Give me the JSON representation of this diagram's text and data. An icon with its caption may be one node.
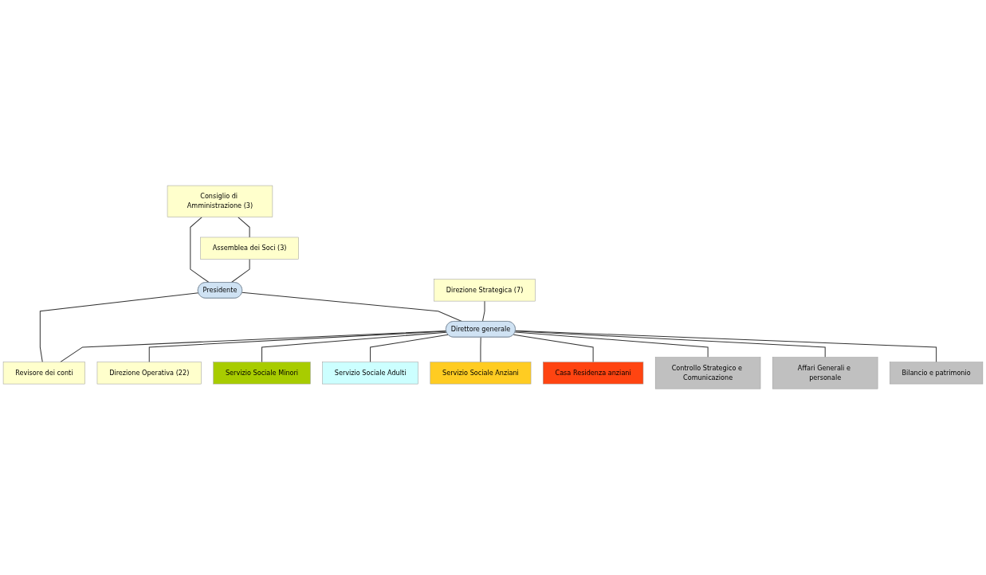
{
  "diagram": {
    "nodes": [
      {
        "text": [
          "Consiglio di Amministrazione (3)"
        ]
      },
      {
        "text": [
          "Assemblea dei Soci (3)"
        ]
      },
      {
        "text": [
          "Presidente"
        ]
      },
      {
        "text": [
          "Revisore dei conti"
        ]
      },
      {
        "text": [
          "Direzione Strategica (7)"
        ]
      },
      {
        "text": [
          "Direttore generale"
        ]
      },
      {
        "text": [
          "Direzione Operativa (22)"
        ]
      },
      {
        "text": [
          "Servizio Sociale Minori"
        ]
      },
      {
        "text": [
          "Servizio Sociale Adulti"
        ]
      },
      {
        "text": [
          "Servizio Sociale Anziani"
        ]
      },
      {
        "text": [
          "Casa Residenza anziani"
        ]
      },
      {
        "text": [
          "Controllo Strategico e Comunicazione"
        ]
      },
      {
        "text": [
          "Affari Generali e personale"
        ]
      },
      {
        "text": [
          "Bilancio e patrimonio"
        ]
      }
    ],
    "edges": [
      {
        "from": 0,
        "to": 1,
        "arrow": "none"
      },
      {
        "from": 0,
        "to": 2,
        "arrow": "none"
      },
      {
        "from": 1,
        "to": 2,
        "arrow": "none"
      },
      {
        "from": 2,
        "to": 3,
        "arrow": "none"
      },
      {
        "from": 2,
        "to": 5,
        "arrow": "none"
      },
      {
        "from": 5,
        "to": 3,
        "arrow": "none"
      },
      {
        "from": 4,
        "to": 5,
        "arrow": "none"
      },
      {
        "from": 5,
        "to": 6,
        "arrow": "none"
      },
      {
        "from": 5,
        "to": 7,
        "arrow": "none"
      },
      {
        "from": 5,
        "to": 8,
        "arrow": "none"
      },
      {
        "from": 5,
        "to": 9,
        "arrow": "none"
      },
      {
        "from": 5,
        "to": 10,
        "arrow": "none"
      },
      {
        "from": 5,
        "to": 11,
        "arrow": "none"
      },
      {
        "from": 5,
        "to": 12,
        "arrow": "none"
      },
      {
        "from": 5,
        "to": 13,
        "arrow": "none"
      }
    ]
  }
}
